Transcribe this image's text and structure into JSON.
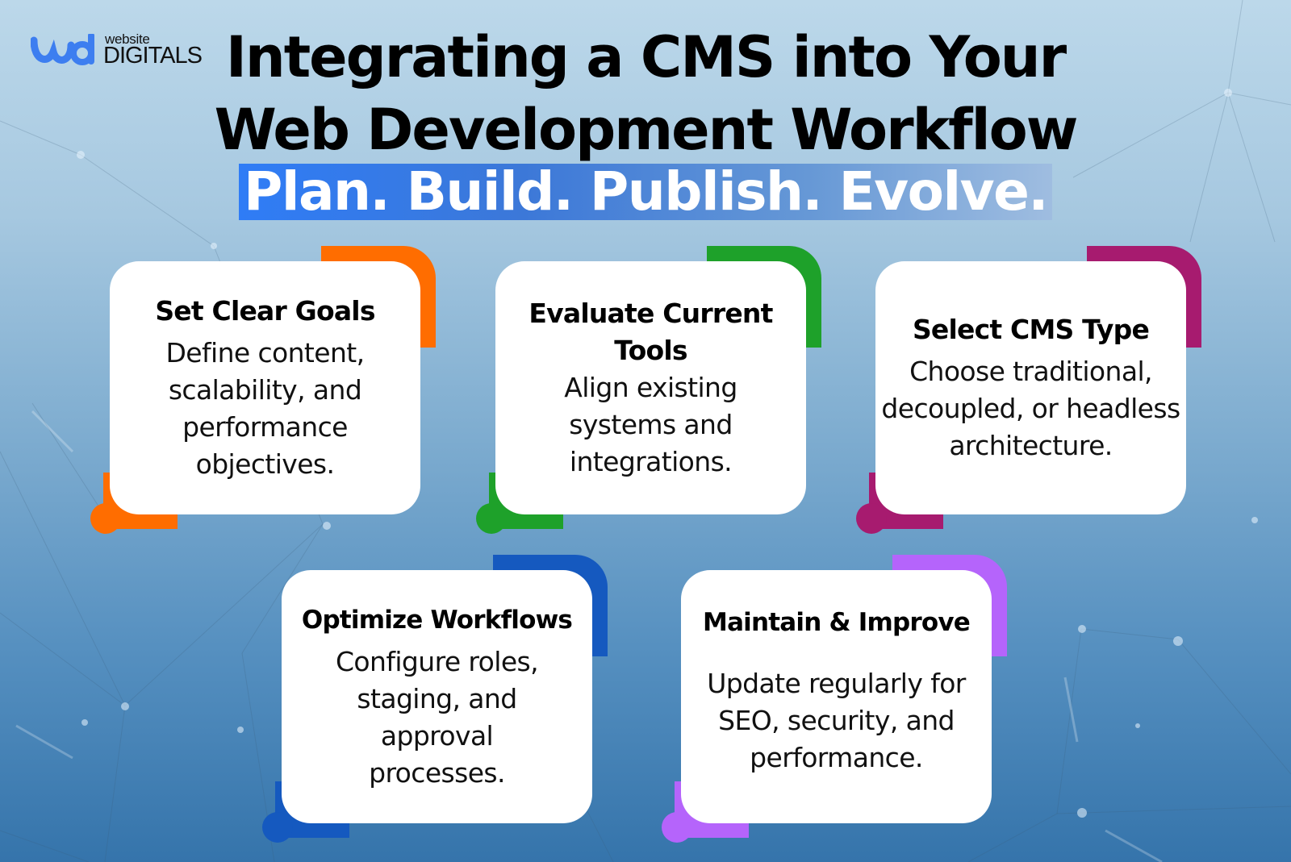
{
  "logo": {
    "mark": "wd",
    "top_text": "website",
    "bottom_text": "DIGITALS",
    "mark_color": "#3d7ef0"
  },
  "header": {
    "title_line1": "Integrating a CMS into Your",
    "title_line2": "Web Development Workflow",
    "tagline": "Plan. Build. Publish. Evolve."
  },
  "steps": [
    {
      "title": "Set Clear Goals",
      "description": "Define content, scalability, and performance objectives.",
      "accent_color": "#ff6d00"
    },
    {
      "title": "Evaluate Current Tools",
      "description": "Align existing systems and integrations.",
      "accent_color": "#1ea12a"
    },
    {
      "title": "Select CMS Type",
      "description": "Choose traditional, decoupled, or headless architecture.",
      "accent_color": "#a71b6f"
    },
    {
      "title": "Optimize Workflows",
      "description": "Configure roles, staging, and approval processes.",
      "accent_color": "#1559bf"
    },
    {
      "title": "Maintain & Improve",
      "description": "Update regularly for SEO, security, and performance.",
      "accent_color": "#b564fb"
    }
  ],
  "colors": {
    "background_top": "#bcd8ea",
    "background_bottom": "#3574ab",
    "tagline_start": "#2f7cf6",
    "tagline_end": "#9fbde0"
  }
}
